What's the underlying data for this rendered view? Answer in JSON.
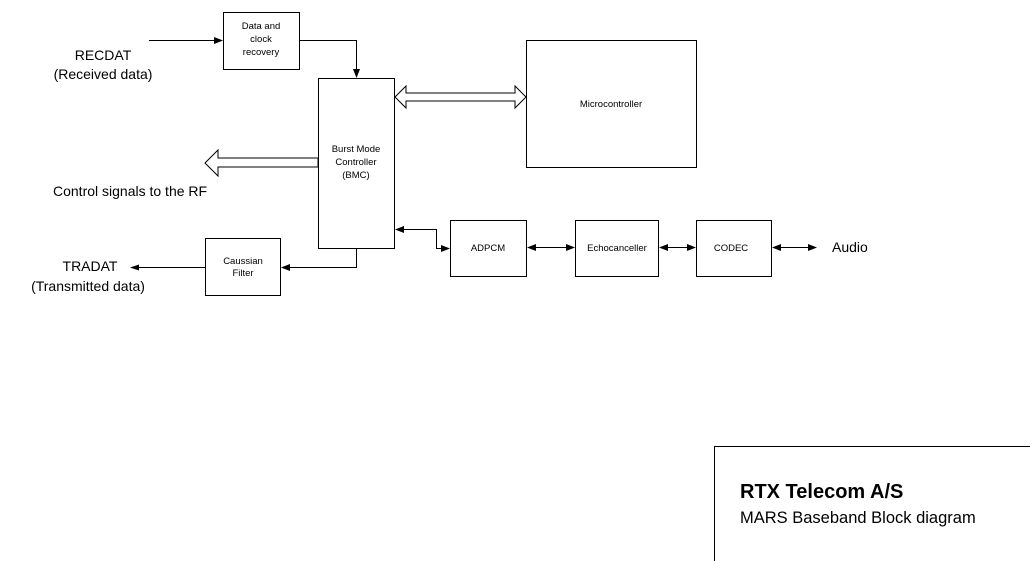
{
  "diagram": {
    "blocks": {
      "data_clock_recovery": [
        "Data and",
        "clock",
        "recovery"
      ],
      "bmc": [
        "Burst Mode",
        "Controller",
        "(BMC)"
      ],
      "microcontroller": [
        "Microcontroller"
      ],
      "gaussian_filter": [
        "Caussian",
        "Filter"
      ],
      "adpcm": [
        "ADPCM"
      ],
      "echocanceller": [
        "Echocanceller"
      ],
      "codec": [
        "CODEC"
      ]
    },
    "labels": {
      "recdat": "RECDAT",
      "recdat_desc": "(Received data)",
      "control_signals": "Control signals to the RF",
      "tradat": "TRADAT",
      "tradat_desc": "(Transmitted data)",
      "audio": "Audio"
    },
    "connections": [
      {
        "from": "RECDAT",
        "to": "Data and clock recovery",
        "direction": "one-way"
      },
      {
        "from": "Data and clock recovery",
        "to": "Burst Mode Controller",
        "direction": "one-way"
      },
      {
        "from": "Burst Mode Controller",
        "to": "Microcontroller",
        "direction": "bidirectional-bus"
      },
      {
        "from": "Burst Mode Controller",
        "to": "Control signals to the RF",
        "direction": "bus-out"
      },
      {
        "from": "Burst Mode Controller",
        "to": "Caussian Filter",
        "direction": "one-way"
      },
      {
        "from": "Caussian Filter",
        "to": "TRADAT",
        "direction": "one-way"
      },
      {
        "from": "Burst Mode Controller",
        "to": "ADPCM",
        "direction": "bidirectional"
      },
      {
        "from": "ADPCM",
        "to": "Echocanceller",
        "direction": "bidirectional"
      },
      {
        "from": "Echocanceller",
        "to": "CODEC",
        "direction": "bidirectional"
      },
      {
        "from": "CODEC",
        "to": "Audio",
        "direction": "bidirectional"
      }
    ]
  },
  "title_block": {
    "company": "RTX Telecom A/S",
    "subtitle": "MARS Baseband Block diagram"
  }
}
